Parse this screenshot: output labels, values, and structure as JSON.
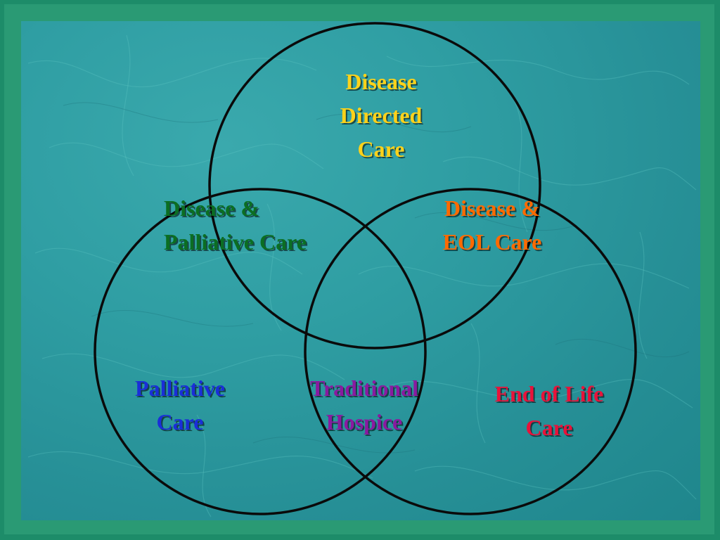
{
  "diagram": {
    "labels": {
      "disease_directed": [
        "Disease",
        "Directed",
        "Care"
      ],
      "disease_palliative": [
        "Disease &",
        "Palliative Care"
      ],
      "disease_eol": [
        "Disease &",
        "EOL Care"
      ],
      "palliative": [
        "Palliative",
        "Care"
      ],
      "traditional_hospice": [
        "Traditional",
        "Hospice"
      ],
      "end_of_life": [
        "End of Life",
        "Care"
      ]
    },
    "colors": {
      "disease_directed": "#ffd21a",
      "disease_palliative": "#0b6e22",
      "disease_eol": "#ff6a00",
      "palliative": "#1a2ed8",
      "traditional_hospice": "#8a1aa0",
      "end_of_life": "#e8123a",
      "circle_stroke": "#0a0a0a",
      "background": "#2f9ea3",
      "frame": "#2a9a74"
    }
  }
}
